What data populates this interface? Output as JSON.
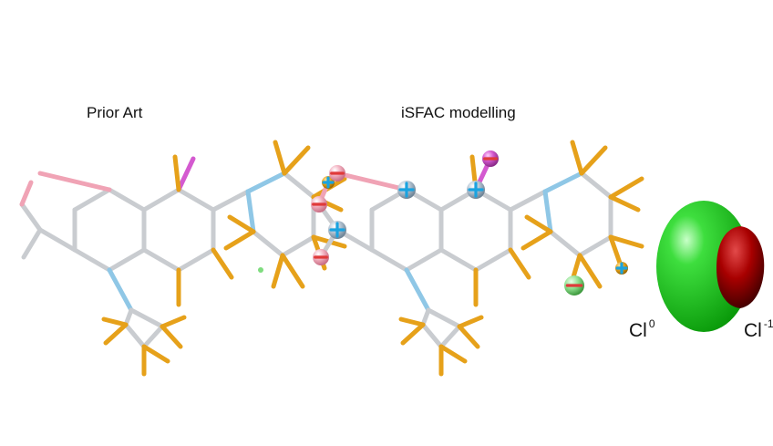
{
  "panels": {
    "left_title": "Prior Art",
    "middle_title": "iSFAC modelling"
  },
  "chlorine": {
    "neutral_symbol": "Cl",
    "neutral_charge": "0",
    "anion_symbol": "Cl",
    "anion_charge": "-1"
  },
  "colors": {
    "bond": "#c9ccd0",
    "hydrogen": "#e6a11a",
    "nitrogen": "#8fc7e6",
    "oxygen": "#f0a3b5",
    "fluorine": "#d45ad0",
    "positive_charge": "#1aa3e0",
    "negative_charge": "#e03a3a",
    "chlorine_neutral": "#10c010",
    "chlorine_anion": "#9a0000"
  }
}
